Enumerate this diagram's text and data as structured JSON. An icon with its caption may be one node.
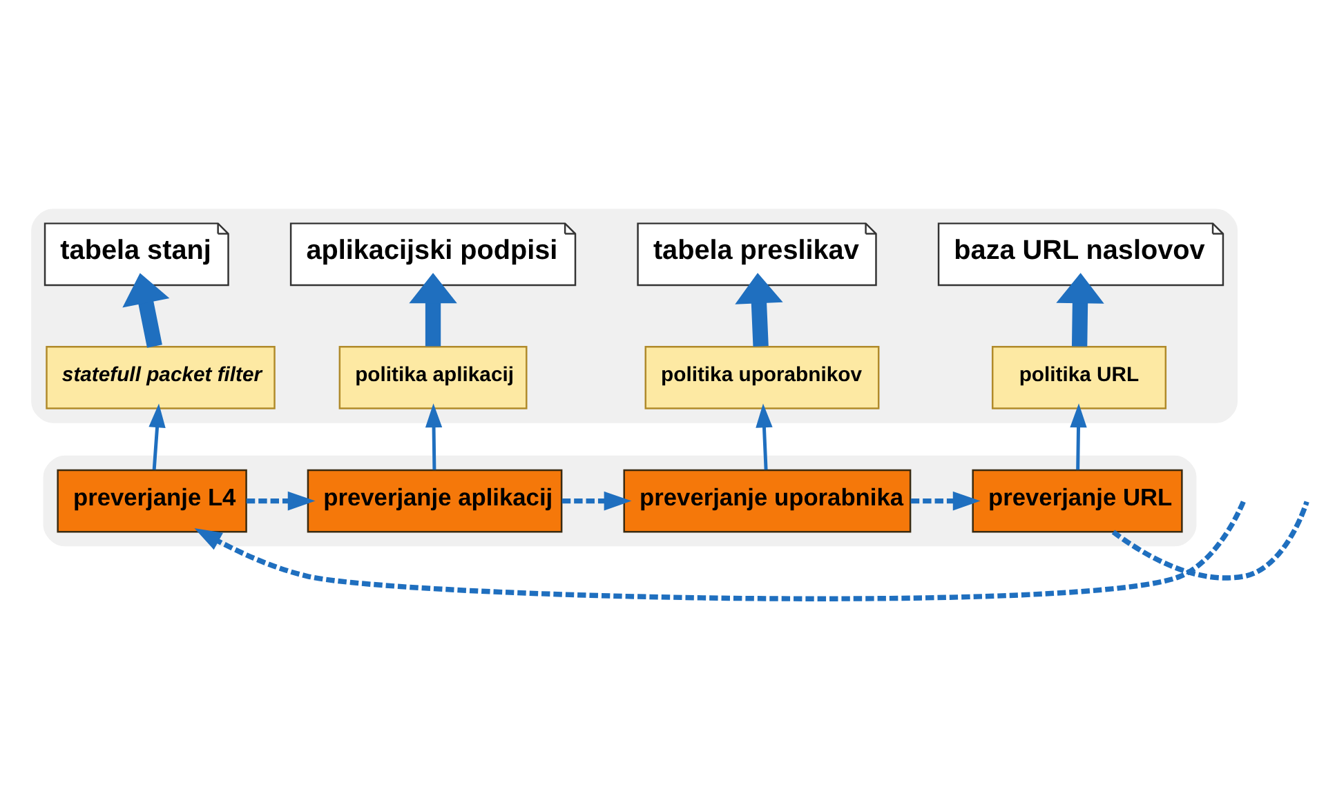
{
  "diagram": {
    "nodes": [
      {
        "text": [],
        "shape": "box"
      },
      {
        "text": [
          "tabela stanj"
        ],
        "in": 0
      },
      {
        "text": [
          "aplikacijski podpisi"
        ],
        "in": 0
      },
      {
        "text": [
          "tabela preslikav"
        ],
        "in": 0
      },
      {
        "text": [
          "baza URL naslovov"
        ],
        "in": 0
      },
      {
        "text": [
          "statefull packet filter"
        ],
        "in": 0
      },
      {
        "text": [
          "politika aplikacij"
        ],
        "in": 0
      },
      {
        "text": [
          "politika uporabnikov"
        ],
        "in": 0
      },
      {
        "text": [
          "politika URL"
        ],
        "in": 0
      },
      {
        "text": [],
        "shape": "box"
      },
      {
        "text": [
          "preverjanje L4"
        ],
        "in": 9
      },
      {
        "text": [
          "preverjanje aplikacij"
        ],
        "in": 9
      },
      {
        "text": [
          "preverjanje uporabnika"
        ],
        "in": 9
      },
      {
        "text": [
          "preverjanje URL"
        ],
        "in": 9
      }
    ],
    "edges": [
      {
        "from": 5,
        "to": 1,
        "arrow": "to",
        "style": "thick"
      },
      {
        "from": 6,
        "to": 2,
        "arrow": "to",
        "style": "thick"
      },
      {
        "from": 7,
        "to": 3,
        "arrow": "to",
        "style": "thick"
      },
      {
        "from": 8,
        "to": 4,
        "arrow": "to",
        "style": "thick"
      },
      {
        "from": 10,
        "to": 5,
        "arrow": "to"
      },
      {
        "from": 11,
        "to": 6,
        "arrow": "to"
      },
      {
        "from": 12,
        "to": 7,
        "arrow": "to"
      },
      {
        "from": 13,
        "to": 8,
        "arrow": "to"
      },
      {
        "from": null,
        "to": 10,
        "arrow": "to",
        "style": "dashed"
      },
      {
        "from": 10,
        "to": 11,
        "arrow": "to",
        "style": "dashed"
      },
      {
        "from": 11,
        "to": 12,
        "arrow": "to",
        "style": "dashed"
      },
      {
        "from": 12,
        "to": 13,
        "arrow": "to",
        "style": "dashed"
      },
      {
        "from": 13,
        "to": null,
        "arrow": "none",
        "style": "dashed"
      }
    ]
  }
}
